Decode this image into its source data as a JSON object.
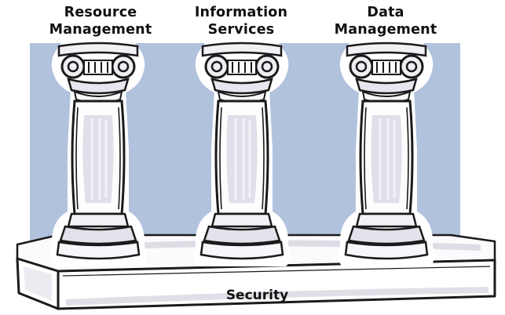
{
  "pillars": [
    {
      "line1": "Resource",
      "line2": "Management"
    },
    {
      "line1": "Information",
      "line2": "Services"
    },
    {
      "line1": "Data",
      "line2": "Management"
    }
  ],
  "base": {
    "label": "Security"
  },
  "colors": {
    "sky": "#b1c2dd",
    "column": "#ffffff",
    "column_shade": "#e2deea",
    "ink": "#1a1a1a",
    "base_shade": "#e6e4ea"
  }
}
